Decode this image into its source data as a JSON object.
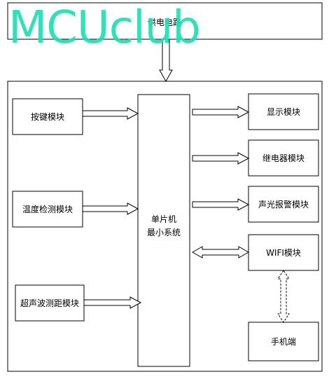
{
  "watermark": {
    "text": "MCUclub",
    "color": "#1fe0b4"
  },
  "blocks": {
    "power": "供电电路",
    "keys": "按键模块",
    "temperature": "温度检测模块",
    "ultrasonic": "超声波测距模块",
    "mcu_line1": "单片机",
    "mcu_line2": "最小系统",
    "display": "显示模块",
    "relay": "继电器模块",
    "alarm": "声光报警模块",
    "wifi": "WIFI模块",
    "phone": "手机端"
  }
}
